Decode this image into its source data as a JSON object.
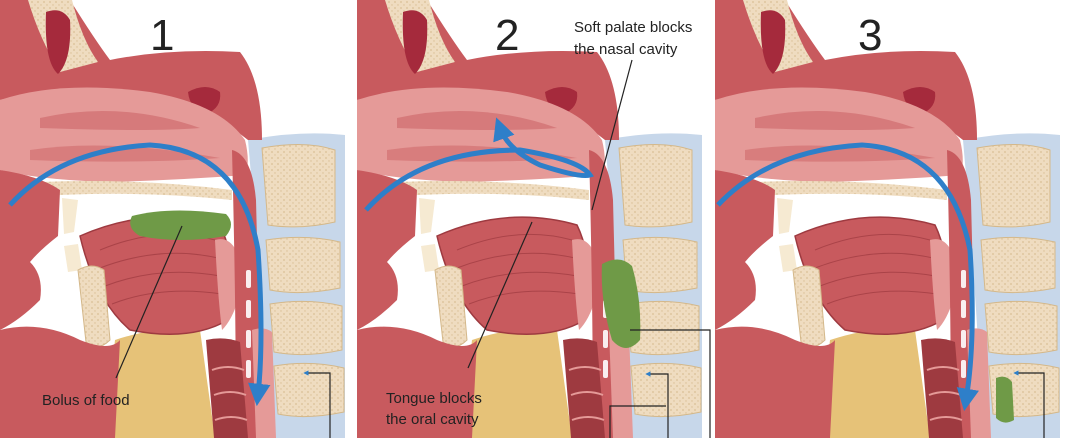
{
  "stages": [
    {
      "number": "1",
      "labels": [
        "Bolus of food"
      ]
    },
    {
      "number": "2",
      "labels": [
        "Soft palate blocks",
        "the nasal cavity",
        "Tongue blocks",
        "the oral cavity"
      ]
    },
    {
      "number": "3",
      "labels": []
    }
  ],
  "colors": {
    "tissue": "#c85a5e",
    "tissue_light": "#e59a98",
    "tissue_dark": "#9e3a40",
    "bone": "#efdcc0",
    "bone_dot": "#d9bf95",
    "skin_pale": "#f6ead2",
    "neck_yellow": "#e6c278",
    "bolus": "#6f9a47",
    "arrow": "#2e7fc9",
    "spine_blue": "#c7d7ea",
    "sinus": "#a52a3c"
  }
}
